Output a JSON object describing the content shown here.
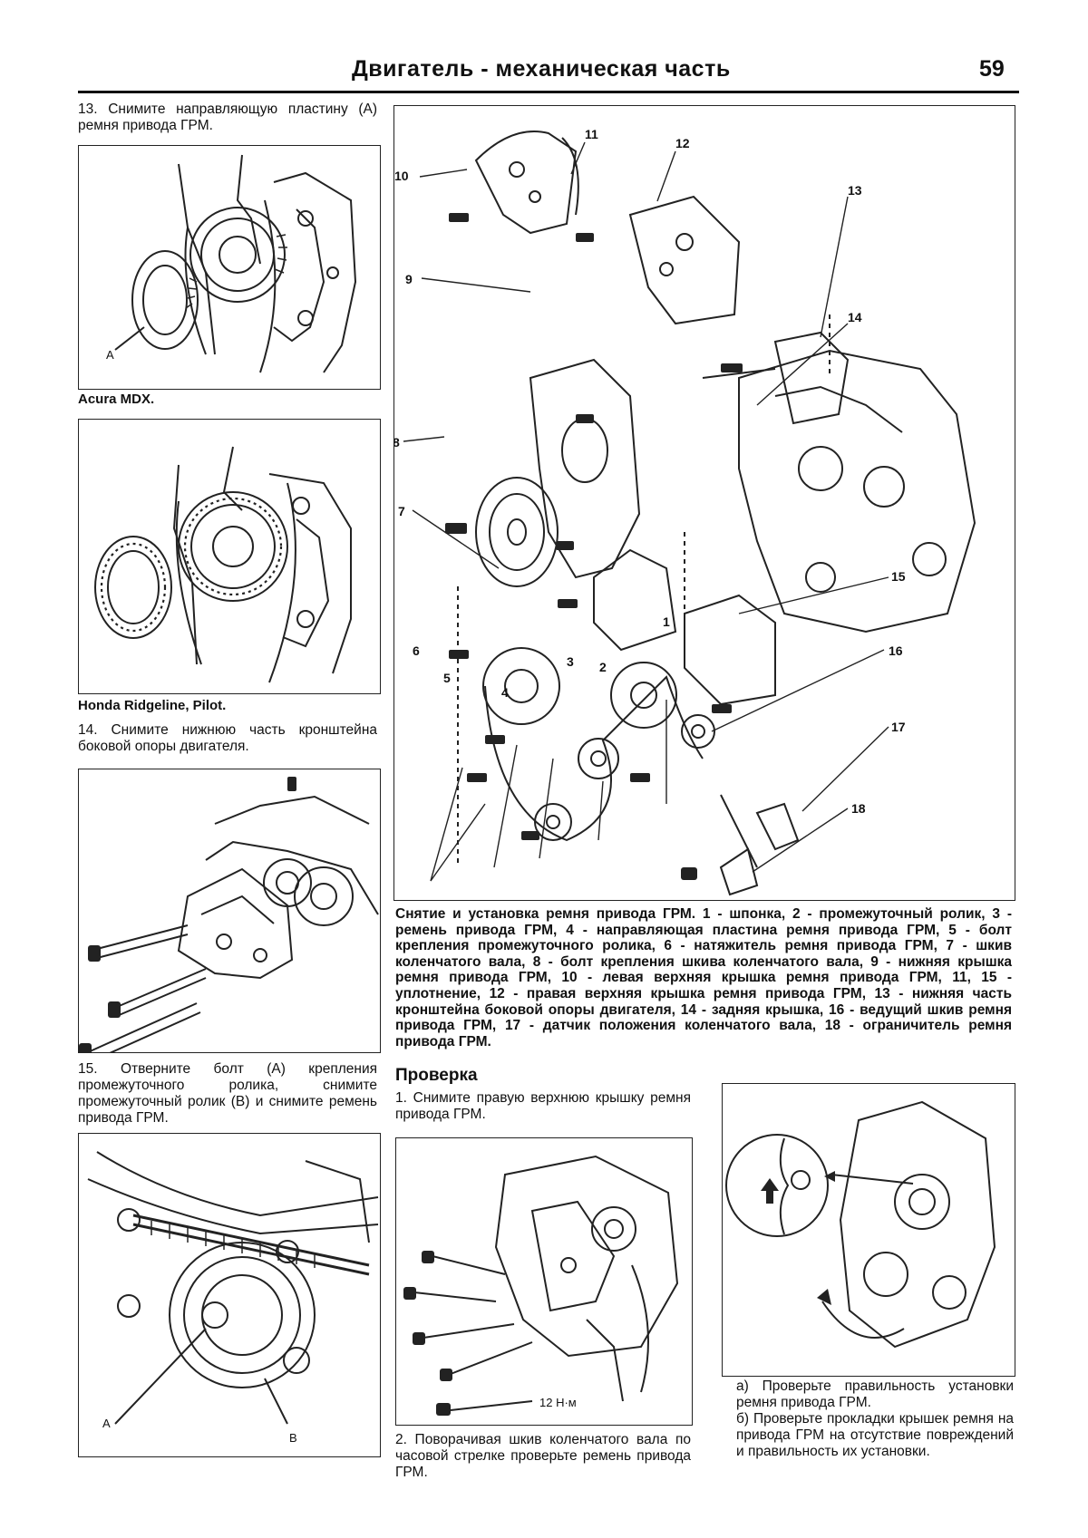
{
  "header": {
    "title": "Двигатель - механическая часть",
    "page_number": "59"
  },
  "left_column": {
    "step13": "13. Снимите направляющую пластину (А) ремня привода ГРМ.",
    "fig1_label_a": "A",
    "caption_acura": "Acura MDX.",
    "caption_honda": "Honda Ridgeline, Pilot.",
    "step14": "14. Снимите нижнюю часть кронштейна боковой опоры двигателя.",
    "step15": "15. Отверните болт (А) крепления промежуточного ролика, снимите промежуточный ролик (В) и снимите ремень привода ГРМ.",
    "fig4_label_a": "A",
    "fig4_label_b": "B"
  },
  "main_figure": {
    "callouts": [
      "1",
      "2",
      "3",
      "4",
      "5",
      "6",
      "7",
      "8",
      "9",
      "10",
      "11",
      "12",
      "13",
      "14",
      "15",
      "16",
      "17",
      "18"
    ],
    "caption": "Снятие и установка ремня привода ГРМ. 1 - шпонка, 2 - промежуточный ролик, 3 - ремень привода ГРМ, 4 - направляющая пластина ремня привода ГРМ, 5 - болт крепления промежуточного ролика, 6 - натяжитель ремня привода ГРМ, 7 - шкив коленчатого вала, 8 - болт крепления шкива коленчатого вала, 9 - нижняя крышка ремня привода ГРМ, 10 - левая верхняя крышка ремня привода ГРМ, 11, 15 - уплотнение, 12 - правая верхняя крышка ремня привода ГРМ, 13 - нижняя часть кронштейна боковой опоры двигателя, 14 - задняя крышка, 16 - ведущий шкив ремня привода ГРМ, 17 - датчик положения коленчатого вала, 18 - ограничитель ремня привода ГРМ."
  },
  "check_section": {
    "heading": "Проверка",
    "step1": "1. Снимите правую верхнюю крышку ремня привода ГРМ.",
    "torque_label": "12 Н·м",
    "step2": "2. Поворачивая шкив коленчатого вала по часовой стрелке проверьте ремень привода ГРМ.",
    "note_a": "а) Проверьте правильность установки ремня привода ГРМ.",
    "note_b": "б) Проверьте прокладки крышек ремня на привода ГРМ на отсутствие повреждений и правильность их установки."
  },
  "colors": {
    "ink": "#111111",
    "paper": "#ffffff",
    "frame": "#222222"
  }
}
